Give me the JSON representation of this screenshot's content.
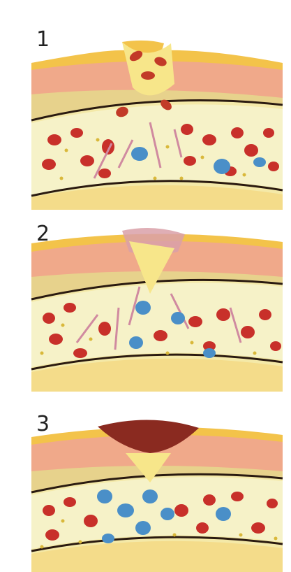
{
  "panels": [
    {
      "number": "1"
    },
    {
      "number": "2"
    },
    {
      "number": "3"
    }
  ]
}
